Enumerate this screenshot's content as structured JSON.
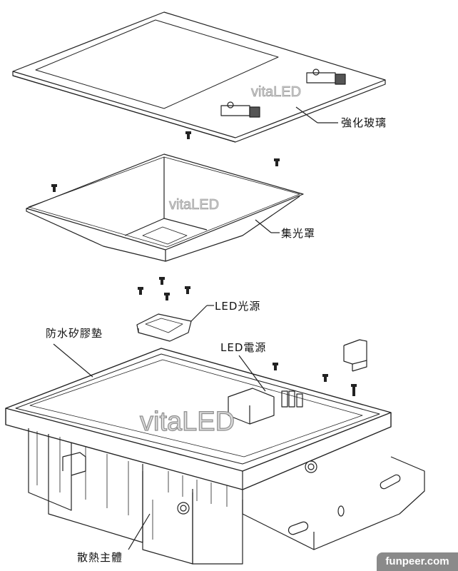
{
  "labels": {
    "tempered_glass": "強化玻璃",
    "reflector": "集光罩",
    "led_light_source": "LED光源",
    "waterproof_gasket": "防水矽膠墊",
    "led_driver": "LED電源",
    "heatsink_body": "散熱主體"
  },
  "watermarks": {
    "brand": "vitaLED"
  },
  "source_badge": "funpeer.com",
  "colors": {
    "line": "#222222",
    "label": "#111111",
    "watermark": "#c8c8c8",
    "badge_bg": "#8a8a8a"
  }
}
